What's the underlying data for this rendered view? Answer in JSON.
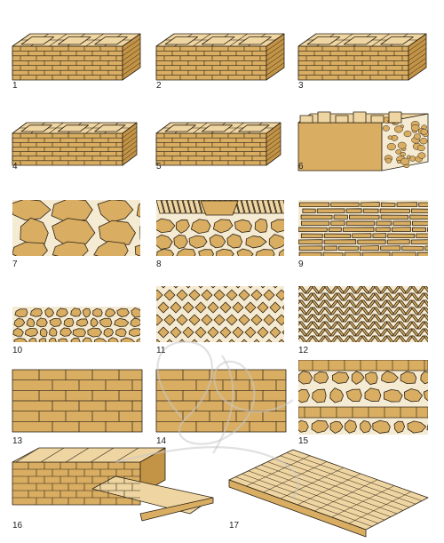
{
  "palette": {
    "brick_face": "#d9ad62",
    "brick_top": "#efd5a2",
    "brick_dark": "#c39446",
    "mortar": "#f5ead2",
    "line": "#2b2214",
    "watermark": "#c8c8c8"
  },
  "panels": [
    {
      "label": "1",
      "kind": "wall-3d"
    },
    {
      "label": "2",
      "kind": "wall-3d"
    },
    {
      "label": "3",
      "kind": "wall-3d"
    },
    {
      "label": "4",
      "kind": "wall-3d"
    },
    {
      "label": "5",
      "kind": "wall-3d"
    },
    {
      "label": "6",
      "kind": "wall-3d-cutaway"
    },
    {
      "label": "7",
      "kind": "rubble-large"
    },
    {
      "label": "8",
      "kind": "rubble-with-soldiers"
    },
    {
      "label": "9",
      "kind": "flat-stone-courses"
    },
    {
      "label": "10",
      "kind": "rubble-small"
    },
    {
      "label": "11",
      "kind": "diagonal-lattice"
    },
    {
      "label": "12",
      "kind": "herringbone"
    },
    {
      "label": "13",
      "kind": "stretcher-bond"
    },
    {
      "label": "14",
      "kind": "stretcher-bond"
    },
    {
      "label": "15",
      "kind": "banded-rubble"
    },
    {
      "label": "16",
      "kind": "paving-3d"
    },
    {
      "label": "17",
      "kind": "paving-3d-pattern"
    }
  ],
  "watermark": {
    "icon": "cg-monogram-watermark"
  }
}
